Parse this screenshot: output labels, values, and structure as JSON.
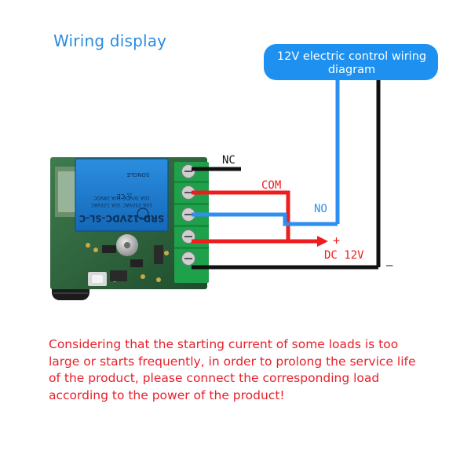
{
  "title": "Wiring display",
  "callout": {
    "line1": "12V electric control wiring",
    "line2": "diagram"
  },
  "labels": {
    "nc": "NC",
    "com": "COM",
    "no": "NO",
    "plus": "+",
    "dc": "DC 12V",
    "minus": "—"
  },
  "relay": {
    "model": "SRD-12VDC-SL-C",
    "rating1": "10A 250VAC 10A 125VAC",
    "rating2": "10A 30VDC 10A 28VDC",
    "brand": "SONGLE"
  },
  "note": "Considering that the starting current of some loads is too large or starts frequently, in order to prolong the service life of the product, please connect the corresponding load according to the power of the product!",
  "colors": {
    "title": "#2a8be0",
    "callout_bg": "#1e90f0",
    "wire_black": "#111111",
    "wire_red": "#ee1c1c",
    "wire_blue": "#2f8ff0",
    "note_text": "#e8202a",
    "terminal_green": "#1fa04a",
    "relay_blue": "#1c7fd4"
  }
}
